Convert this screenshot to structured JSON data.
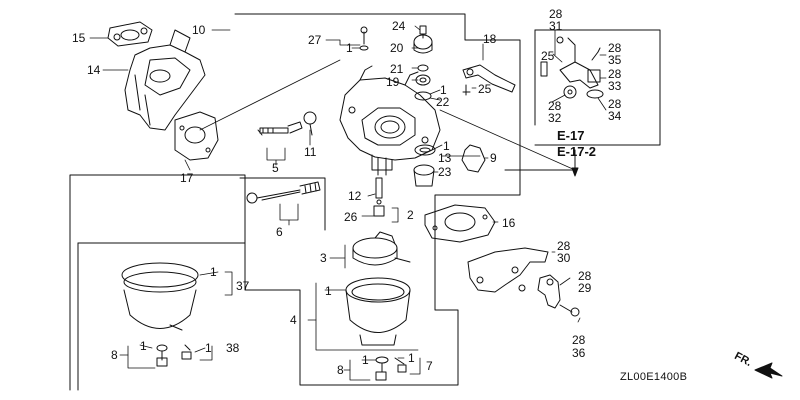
{
  "diagram": {
    "labels": {
      "p10": "10",
      "p15": "15",
      "p14": "14",
      "p17": "17",
      "p24": "24",
      "p27": "27",
      "p1_27": "1",
      "p20": "20",
      "p21": "21",
      "p19": "19",
      "p1_19": "1",
      "p22": "22",
      "p18": "18",
      "p25a": "25",
      "p28a": "28",
      "p31": "31",
      "p25b": "25",
      "p28b": "28",
      "p35": "35",
      "p28c": "28",
      "p33": "33",
      "p28d": "28",
      "p32": "32",
      "p28e": "28",
      "p34": "34",
      "p5": "5",
      "p11": "11",
      "p1_13": "1",
      "p13": "13",
      "p9": "9",
      "p23": "23",
      "p6": "6",
      "p12": "12",
      "p26": "26",
      "p2": "2",
      "p16": "16",
      "p3": "3",
      "p1_37": "1",
      "p37": "37",
      "p1_4": "1",
      "p4": "4",
      "p28f": "28",
      "p30": "30",
      "p28g": "28",
      "p29": "29",
      "p28h": "28",
      "p36": "36",
      "p8a": "8",
      "p1_8a": "1",
      "p1_38": "1",
      "p38": "38",
      "p8b": "8",
      "p1_8b": "1",
      "p1_7": "1",
      "p7": "7"
    },
    "references": [
      "E-17",
      "E-17-2"
    ],
    "front_marker": "FR.",
    "diagram_code": "ZL00E1400B"
  }
}
